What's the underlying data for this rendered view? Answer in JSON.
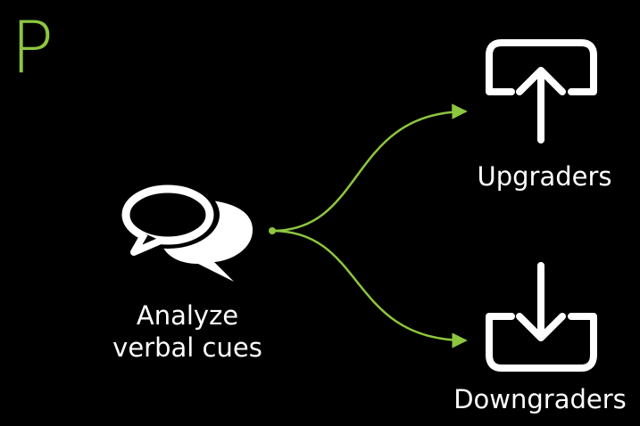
{
  "letter": "P",
  "source": {
    "label_line1": "Analyze",
    "label_line2": "verbal cues",
    "icon": "chat-bubbles-icon"
  },
  "targets": [
    {
      "label": "Upgraders",
      "icon": "upload-icon"
    },
    {
      "label": "Downgraders",
      "icon": "download-icon"
    }
  ],
  "colors": {
    "background": "#000000",
    "accent": "#8dc63f",
    "text": "#ffffff"
  }
}
